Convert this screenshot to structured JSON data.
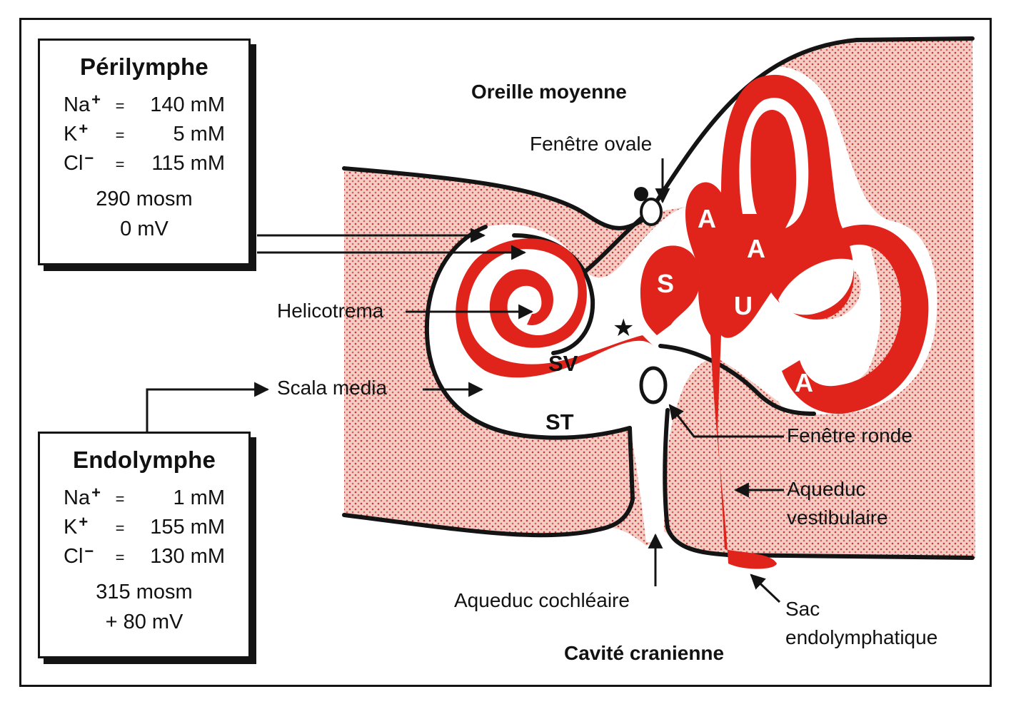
{
  "colors": {
    "endolymph_red": "#e0241b",
    "bone_pink": "#f3c9c2",
    "bone_dot": "#c7382e",
    "outline": "#141414",
    "background": "#ffffff"
  },
  "perilymph_box": {
    "title": "Périlymphe",
    "ions": [
      {
        "ion": "Na",
        "charge": "+",
        "eq": "=",
        "value": "140 mM"
      },
      {
        "ion": "K",
        "charge": "+",
        "eq": "=",
        "value": "5 mM"
      },
      {
        "ion": "Cl",
        "charge": "−",
        "eq": "=",
        "value": "115 mM"
      }
    ],
    "osmolarity": "290 mosm",
    "potential": "0 mV"
  },
  "endolymph_box": {
    "title": "Endolymphe",
    "ions": [
      {
        "ion": "Na",
        "charge": "+",
        "eq": "=",
        "value": "1 mM"
      },
      {
        "ion": "K",
        "charge": "+",
        "eq": "=",
        "value": "155 mM"
      },
      {
        "ion": "Cl",
        "charge": "−",
        "eq": "=",
        "value": "130 mM"
      }
    ],
    "osmolarity": "315 mosm",
    "potential": "+ 80 mV"
  },
  "labels": {
    "oreille_moyenne": "Oreille moyenne",
    "fenetre_ovale": "Fenêtre ovale",
    "helicotrema": "Helicotrema",
    "scala_media": "Scala media",
    "sv": "SV",
    "st": "ST",
    "fenetre_ronde": "Fenêtre ronde",
    "aqueduc_vestibulaire_1": "Aqueduc",
    "aqueduc_vestibulaire_2": "vestibulaire",
    "aqueduc_cochleaire": "Aqueduc cochléaire",
    "cavite_cranienne": "Cavité cranienne",
    "sac_1": "Sac",
    "sac_2": "endolymphatique",
    "saccule": "S",
    "utricule": "U",
    "ampoule_1": "A",
    "ampoule_2": "A",
    "ampoule_3": "A"
  },
  "icons": {
    "star_marker": "★"
  }
}
